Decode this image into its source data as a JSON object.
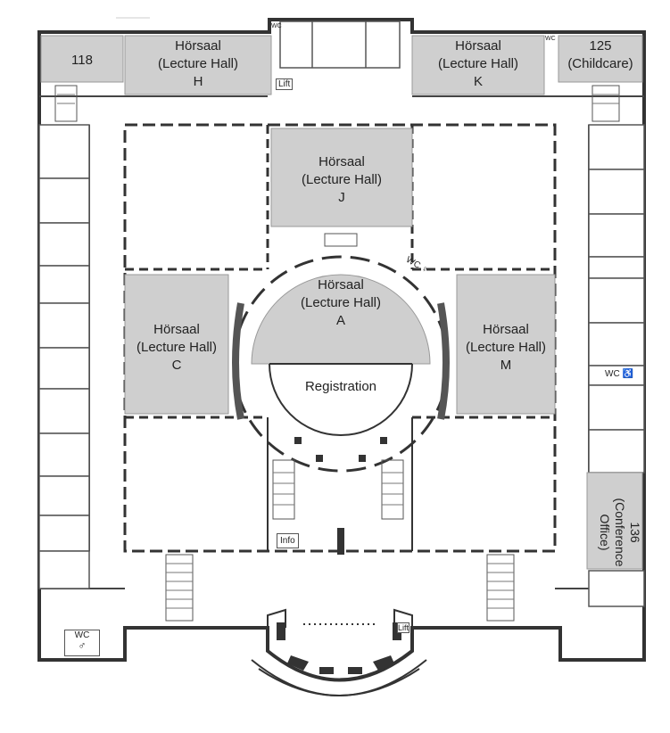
{
  "rooms": {
    "r118": "118",
    "h": {
      "name": "Hörsaal",
      "sub": "(Lecture Hall)",
      "code": "H"
    },
    "k": {
      "name": "Hörsaal",
      "sub": "(Lecture Hall)",
      "code": "K"
    },
    "r125": {
      "number": "125",
      "sub": "(Childcare)"
    },
    "j": {
      "name": "Hörsaal",
      "sub": "(Lecture Hall)",
      "code": "J"
    },
    "a": {
      "name": "Hörsaal",
      "sub": "(Lecture Hall)",
      "code": "A"
    },
    "c": {
      "name": "Hörsaal",
      "sub": "(Lecture Hall)",
      "code": "C"
    },
    "m": {
      "name": "Hörsaal",
      "sub": "(Lecture Hall)",
      "code": "M"
    },
    "registration": "Registration",
    "r136": {
      "number": "136",
      "l1": "(Conference",
      "l2": "Office)"
    }
  },
  "facilities": {
    "lift_top": "Lift",
    "lift_bottom": "Lift",
    "info": "Info",
    "wc": "WC",
    "wc_female_symbol": "♀",
    "wc_male_symbol": "♂",
    "wc_accessible_symbol": "♿"
  },
  "colors": {
    "room_fill": "#cfcfcf",
    "wall": "#333333",
    "corridor": "#ffffff"
  }
}
